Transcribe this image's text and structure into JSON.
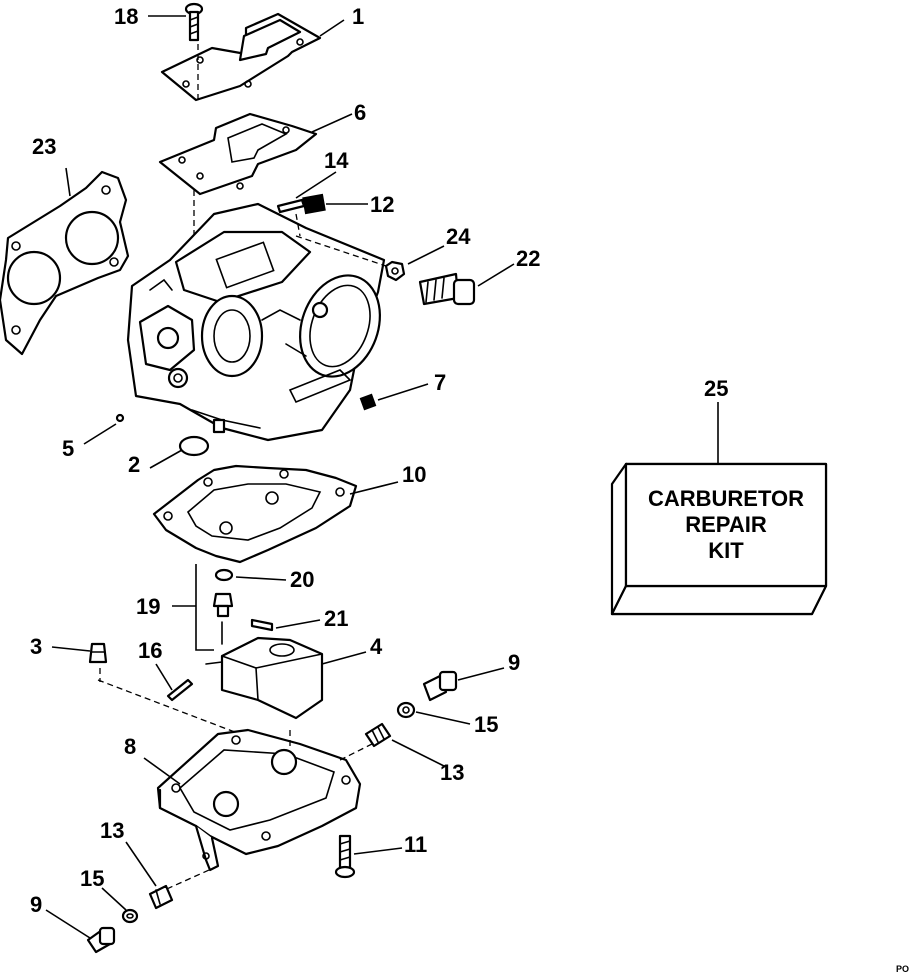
{
  "callouts": {
    "c1": "1",
    "c2": "2",
    "c3": "3",
    "c4": "4",
    "c5": "5",
    "c6": "6",
    "c7": "7",
    "c8": "8",
    "c9a": "9",
    "c9b": "9",
    "c10": "10",
    "c11": "11",
    "c12": "12",
    "c13a": "13",
    "c13b": "13",
    "c14": "14",
    "c15a": "15",
    "c15b": "15",
    "c16": "16",
    "c18": "18",
    "c19": "19",
    "c20": "20",
    "c21": "21",
    "c22": "22",
    "c23": "23",
    "c24": "24",
    "c25": "25"
  },
  "kit": {
    "line1": "CARBURETOR",
    "line2": "REPAIR",
    "line3": "KIT"
  },
  "corner_code": "PO"
}
